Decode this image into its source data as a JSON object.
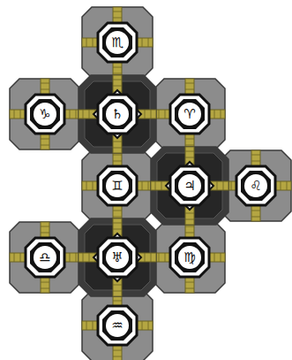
{
  "diagram": {
    "nodes": [
      {
        "text": [
          "♏"
        ]
      },
      {
        "text": [
          "♑"
        ]
      },
      {
        "text": [
          "♄"
        ]
      },
      {
        "text": [
          "♈"
        ]
      },
      {
        "text": [
          "♊"
        ]
      },
      {
        "text": [
          "♃"
        ]
      },
      {
        "text": [
          "♌"
        ]
      },
      {
        "text": [
          "♎"
        ]
      },
      {
        "text": [
          "♅"
        ]
      },
      {
        "text": [
          "♍"
        ]
      },
      {
        "text": [
          "♒"
        ]
      }
    ],
    "edges": [
      {
        "from": 0,
        "to": 2,
        "arrow": "none"
      },
      {
        "from": 1,
        "to": 2,
        "arrow": "none"
      },
      {
        "from": 2,
        "to": 3,
        "arrow": "none"
      },
      {
        "from": 2,
        "to": 4,
        "arrow": "none"
      },
      {
        "from": 3,
        "to": 5,
        "arrow": "none"
      },
      {
        "from": 4,
        "to": 5,
        "arrow": "none"
      },
      {
        "from": 5,
        "to": 6,
        "arrow": "none"
      },
      {
        "from": 4,
        "to": 8,
        "arrow": "none"
      },
      {
        "from": 7,
        "to": 8,
        "arrow": "none"
      },
      {
        "from": 8,
        "to": 9,
        "arrow": "none"
      },
      {
        "from": 5,
        "to": 9,
        "arrow": "none"
      },
      {
        "from": 8,
        "to": 10,
        "arrow": "none"
      }
    ]
  }
}
